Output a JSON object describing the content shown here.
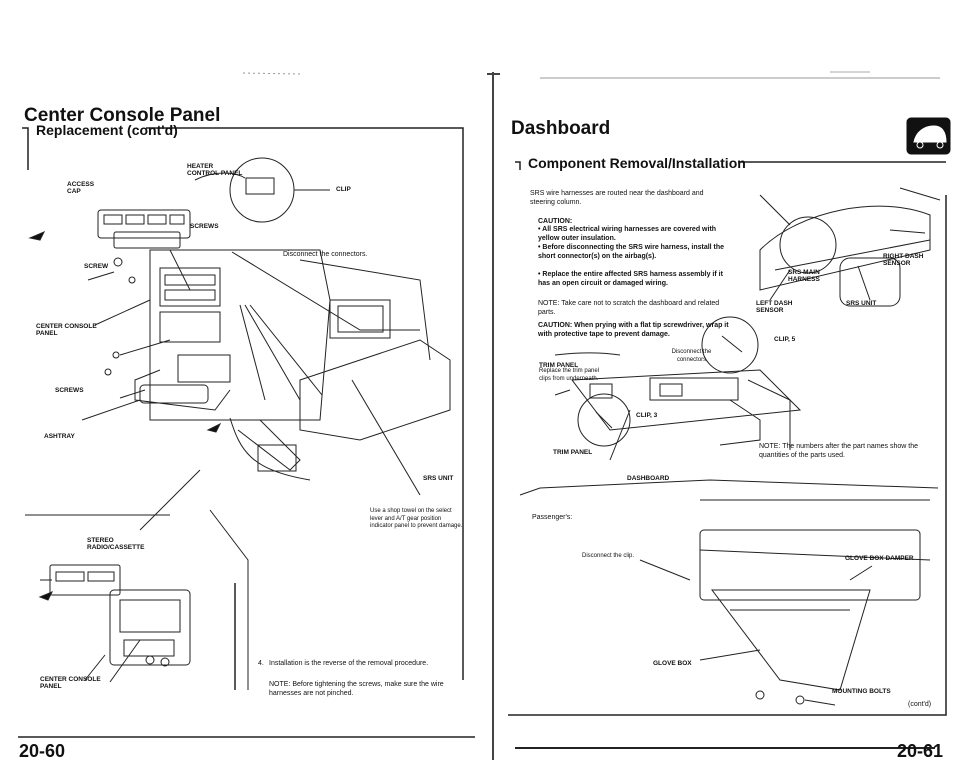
{
  "left_page": {
    "title": "Center Console Panel",
    "subtitle": "Replacement (cont'd)",
    "labels": {
      "heater_control_panel": "HEATER CONTROL PANEL",
      "access_cap": "ACCESS CAP",
      "clip": "CLIP",
      "screws_top": "SCREWS",
      "screw": "SCREW",
      "disconnect": "Disconnect the connectors.",
      "center_console_panel": "CENTER CONSOLE PANEL",
      "screws": "SCREWS",
      "ashtray": "ASHTRAY",
      "srs_unit": "SRS UNIT",
      "shop_towel": "Use a shop towel on the select lever and A/T gear position indicator panel to prevent damage.",
      "stereo": "STEREO RADIO/CASSETTE",
      "center_console_panel_2": "CENTER CONSOLE PANEL"
    },
    "step4": "4.",
    "step4_text": "Installation is the reverse of the removal procedure.",
    "note": "NOTE: Before tightening the screws, make sure the wire harnesses are not pinched.",
    "page_number": "20-60"
  },
  "right_page": {
    "title": "Dashboard",
    "subtitle": "Component Removal/Installation",
    "intro": "SRS wire harnesses are routed near the dashboard and steering column.",
    "caution_title": "CAUTION:",
    "caution_items": [
      "All SRS electrical wiring harnesses are covered with yellow outer insulation.",
      "Before disconnecting the SRS wire harness, install the short connector(s) on the airbag(s).",
      "Replace the entire affected SRS harness assembly if it has an open circuit or damaged wiring."
    ],
    "note1": "NOTE: Take care not to scratch the dashboard and related parts.",
    "caution2": "CAUTION: When prying with a flat tip screwdriver, wrap it with protective tape to prevent damage.",
    "labels": {
      "right_dash_sensor": "RIGHT DASH SENSOR",
      "srs_main_harness": "SRS MAIN HARNESS",
      "srs_unit": "SRS UNIT",
      "left_dash_sensor": "LEFT DASH SENSOR",
      "disconnect_connectors": "Disconnect the connectors",
      "trim_panel": "TRIM PANEL",
      "replace_trim": "Replace the trim panel clips from underneath.",
      "clip5": "CLIP, 5",
      "clip3": "CLIP, 3",
      "trim_panel_2": "TRIM PANEL",
      "dashboard": "DASHBOARD",
      "passengers": "Passenger's:",
      "disconnect_clip": "Disconnect the clip.",
      "glove_box_damper": "GLOVE BOX DAMPER",
      "glove_box": "GLOVE BOX",
      "mounting_bolts": "MOUNTING BOLTS",
      "contd": "(cont'd)"
    },
    "note2": "NOTE: The numbers after the part names show the quantities of the parts used.",
    "page_number": "20-61"
  }
}
